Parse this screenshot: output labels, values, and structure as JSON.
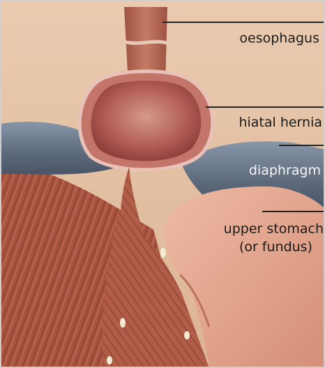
{
  "labels": {
    "oesophagus": "oesophagus",
    "hiatal_hernia": "hiatal hernia",
    "diaphragm": "diaphragm",
    "stomach_line1": "upper stomach",
    "stomach_line2": "(or fundus)"
  },
  "colors": {
    "background": "#e6c4a6",
    "muscle": "#a65440",
    "oesophagus": "#b86a56",
    "hernia_wall": "#c47569",
    "hernia_inner": "#a24a47",
    "diaphragm": "#6f7c8e",
    "stomach": "#e3a690",
    "leader_line": "#222222"
  }
}
